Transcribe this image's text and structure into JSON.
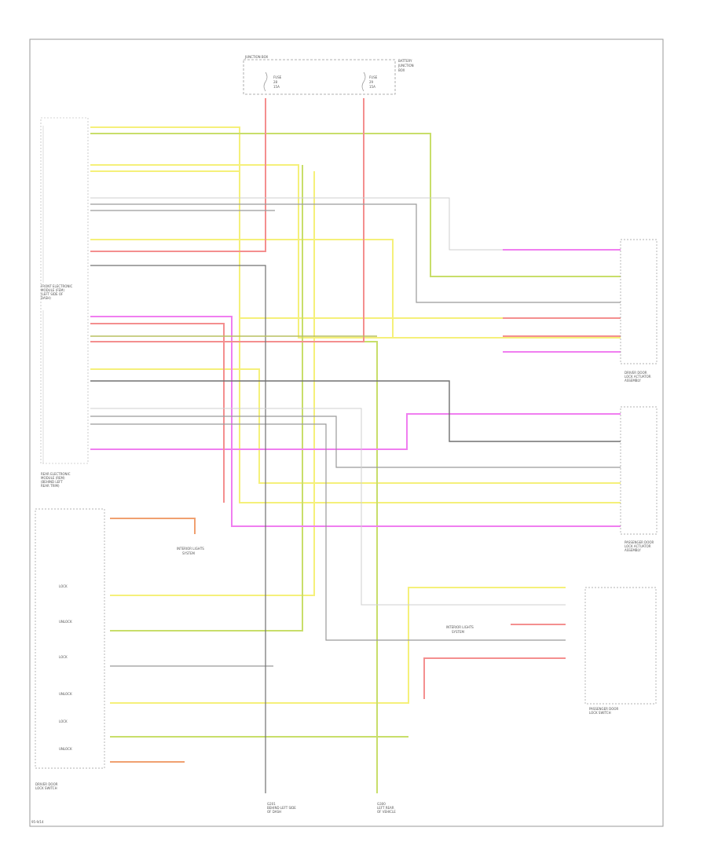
{
  "diagram": {
    "top_fuse_box": "JUNCTION BOX",
    "top_right_note": [
      "BATTERY",
      "JUNCTION",
      "BOX"
    ],
    "fuse_a": [
      "FUSE",
      "28",
      "15A"
    ],
    "fuse_b": [
      "FUSE",
      "29",
      "15A"
    ],
    "gem_label": [
      "FRONT ELECTRONIC",
      "MODULE (FEM)",
      "(LEFT SIDE OF",
      "DASH)"
    ],
    "rem_label": [
      "REAR ELECTRONIC",
      "MODULE (REM)",
      "(BEHIND LEFT",
      "REAR TRIM)"
    ],
    "driver_door_label": [
      "DRIVER DOOR",
      "LOCK ACTUATOR",
      "ASSEMBLY"
    ],
    "pass_door_label": [
      "PASSENGER DOOR",
      "LOCK ACTUATOR",
      "ASSEMBLY"
    ],
    "pass_switch_label": [
      "PASSENGER DOOR",
      "LOCK SWITCH"
    ],
    "driver_switch_label": [
      "DRIVER DOOR",
      "LOCK SWITCH"
    ],
    "interior_lights_1": [
      "INTERIOR LIGHTS",
      "SYSTEM"
    ],
    "interior_lights_2": [
      "INTERIOR LIGHTS",
      "SYSTEM"
    ],
    "ground_1": [
      "G201",
      "BEHIND LEFT SIDE",
      "OF DASH"
    ],
    "ground_2": [
      "G300",
      "LEFT REAR",
      "OF VEHICLE"
    ],
    "footer": "95-9/14",
    "switch_items": [
      "LOCK",
      "UNLOCK",
      "LOCK",
      "UNLOCK",
      "LOCK",
      "UNLOCK"
    ],
    "wire_colors": {
      "yellow": "#f5f07a",
      "yellow_green": "#c8de6a",
      "pink": "#f07ef0",
      "red": "#f48f8f",
      "orange": "#f0a070",
      "gray": "#9a9a9a",
      "dark_gray": "#707070",
      "olive": "#b8c060",
      "light_gray": "#cfcfcf"
    }
  }
}
